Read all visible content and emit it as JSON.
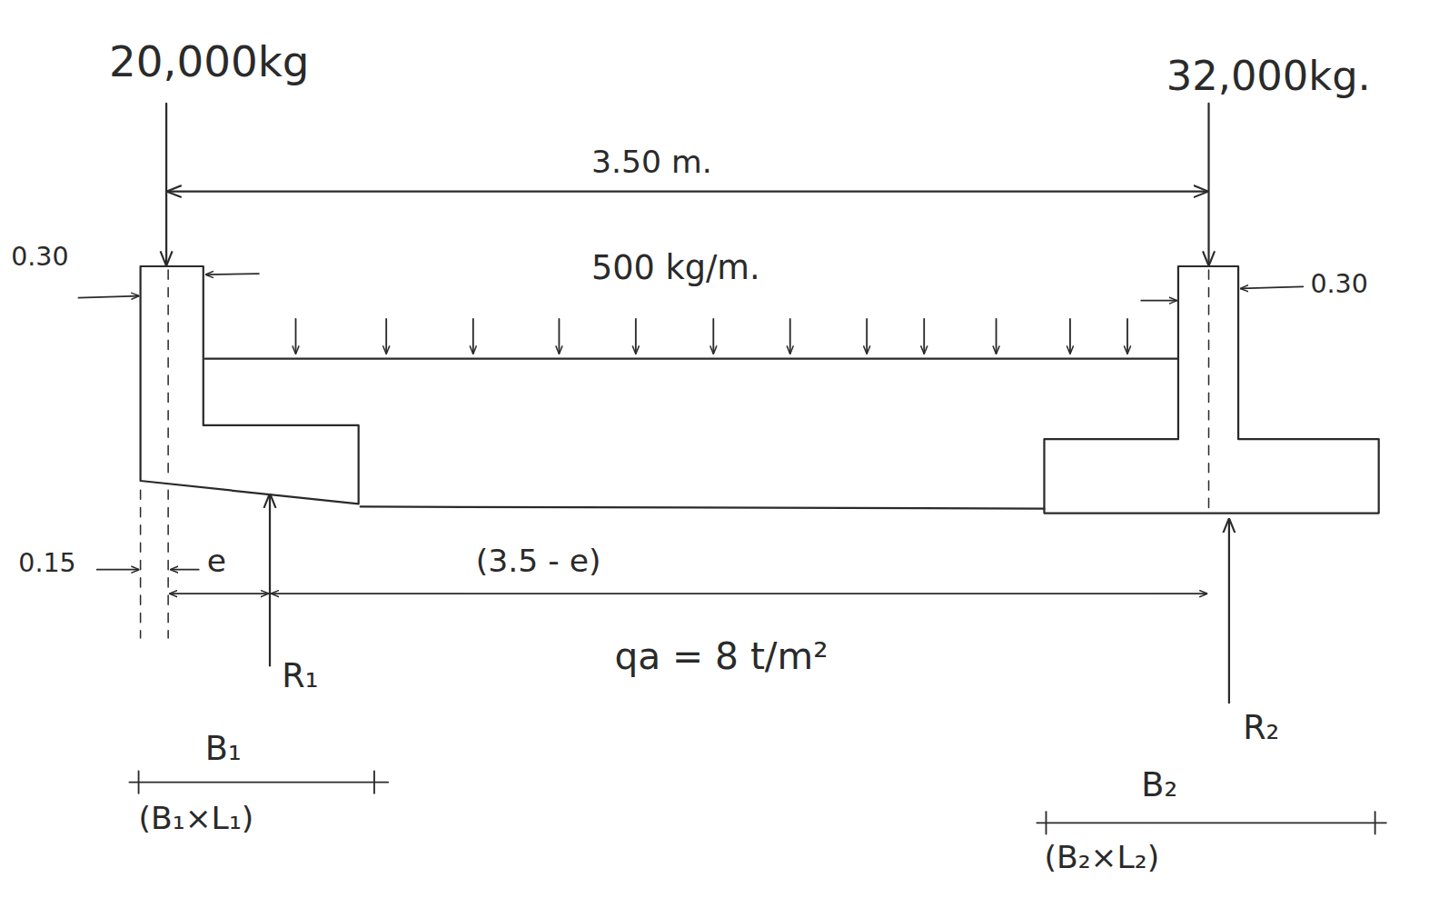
{
  "diagram": {
    "labels": [
      "20,000kg",
      "32,000kg.",
      "3.50 m.",
      "500 kg/m.",
      "0.30",
      "0.30",
      "0.15",
      "e",
      "(3.5 - e)",
      "R₁",
      "R₂",
      "qa = 8 t/m²",
      "B₁",
      "(B₁×L₁)",
      "B₂",
      "(B₂×L₂)"
    ]
  }
}
